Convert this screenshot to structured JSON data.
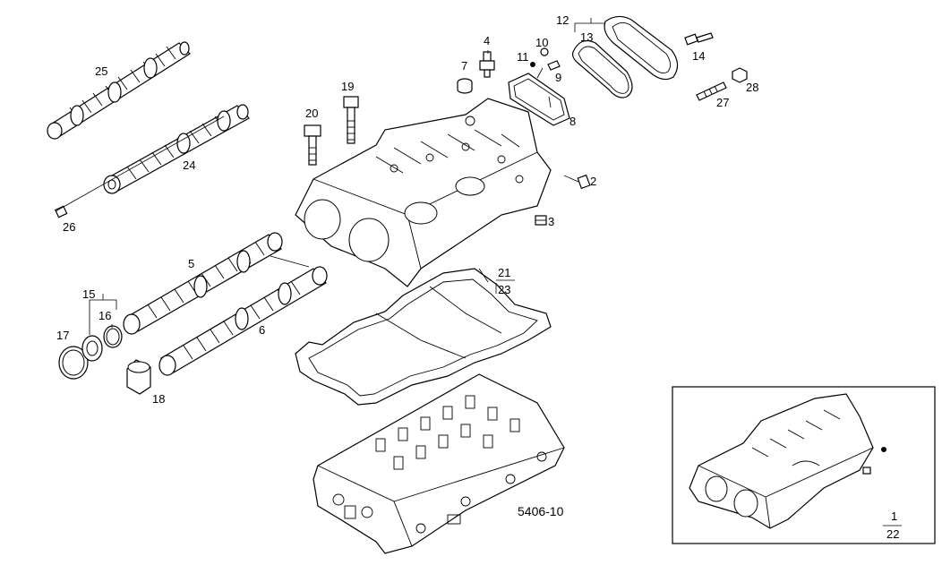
{
  "diagram": {
    "drawing_code": "5406-10",
    "callouts": {
      "n1": "1",
      "n2": "2",
      "n3": "3",
      "n4": "4",
      "n5": "5",
      "n6": "6",
      "n7": "7",
      "n8": "8",
      "n9": "9",
      "n10": "10",
      "n11": "11",
      "n12": "12",
      "n13": "13",
      "n14": "14",
      "n15": "15",
      "n16": "16",
      "n17": "17",
      "n18": "18",
      "n19": "19",
      "n20": "20",
      "n21": "21",
      "n22": "22",
      "n23": "23",
      "n24": "24",
      "n25": "25",
      "n26": "26",
      "n27": "27",
      "n28": "28"
    }
  }
}
